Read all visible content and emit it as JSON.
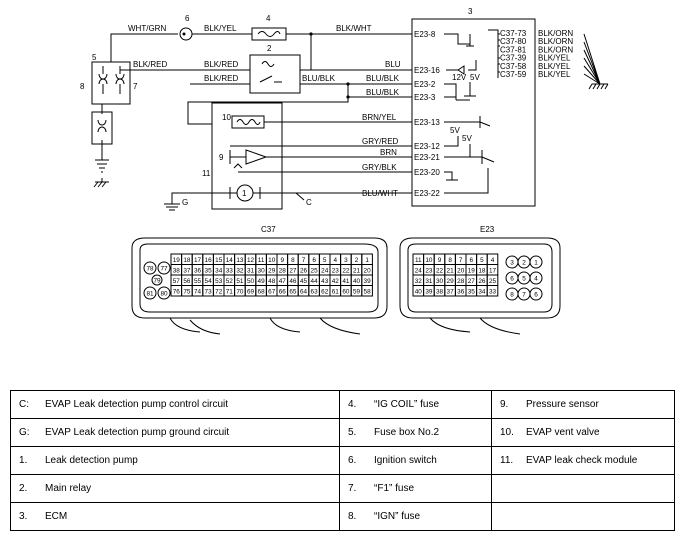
{
  "diagram": {
    "components": {
      "n1": "1",
      "n2": "2",
      "n3": "3",
      "n4": "4",
      "n5": "5",
      "n6": "6",
      "n7": "7",
      "n9": "9",
      "n10": "10",
      "n11": "11"
    },
    "wires": {
      "wht_grn": "WHT/GRN",
      "blk_yel": "BLK/YEL",
      "blk_wht": "BLK/WHT",
      "blk_red_a": "BLK/RED",
      "blk_red_b": "BLK/RED",
      "blk_red_c": "BLK/RED",
      "blu": "BLU",
      "blu_blk_a": "BLU/BLK",
      "blu_blk_b": "BLU/BLK",
      "blu_blk_c": "BLU/BLK",
      "brn_yel": "BRN/YEL",
      "gry_red": "GRY/RED",
      "brn": "BRN",
      "gry_blk": "GRY/BLK",
      "blu_wht": "BLU/WHT",
      "g": "G",
      "c": "C"
    },
    "terminals": {
      "e23_8": "E23-8",
      "e23_16": "E23-16",
      "e23_2": "E23-2",
      "e23_3": "E23-3",
      "e23_13": "E23-13",
      "e23_12": "E23-12",
      "e23_21": "E23-21",
      "e23_20": "E23-20",
      "e23_22": "E23-22"
    },
    "ecm_outputs": [
      {
        "pin": "C37-73",
        "wire": "BLK/ORN"
      },
      {
        "pin": "C37-80",
        "wire": "BLK/ORN"
      },
      {
        "pin": "C37-81",
        "wire": "BLK/ORN"
      },
      {
        "pin": "C37-39",
        "wire": "BLK/YEL"
      },
      {
        "pin": "C37-58",
        "wire": "BLK/YEL"
      },
      {
        "pin": "C37-59",
        "wire": "BLK/YEL"
      }
    ],
    "voltages": {
      "v12": "12V",
      "v5a": "5V",
      "v5b": "5V",
      "v5c": "5V"
    }
  },
  "connectors": {
    "c37": {
      "title": "C37",
      "rows": [
        [
          "19",
          "18",
          "17",
          "16",
          "15",
          "14",
          "13",
          "12",
          "11",
          "10",
          "9",
          "8",
          "7",
          "6",
          "5",
          "4",
          "3",
          "2",
          "1"
        ],
        [
          "38",
          "37",
          "36",
          "35",
          "34",
          "33",
          "32",
          "31",
          "30",
          "29",
          "28",
          "27",
          "26",
          "25",
          "24",
          "23",
          "22",
          "21",
          "20"
        ],
        [
          "57",
          "56",
          "55",
          "54",
          "53",
          "52",
          "51",
          "50",
          "49",
          "48",
          "47",
          "46",
          "45",
          "44",
          "43",
          "42",
          "41",
          "40",
          "39"
        ],
        [
          "76",
          "75",
          "74",
          "73",
          "72",
          "71",
          "70",
          "69",
          "68",
          "67",
          "66",
          "65",
          "64",
          "63",
          "62",
          "61",
          "60",
          "59",
          "58"
        ]
      ],
      "side": [
        "78",
        "77",
        "79",
        "81",
        "80"
      ]
    },
    "e23": {
      "title": "E23",
      "rows": [
        [
          "11",
          "10",
          "9",
          "8",
          "7",
          "6",
          "5",
          "4"
        ],
        [
          "24",
          "23",
          "22",
          "21",
          "20",
          "19",
          "18",
          "17"
        ],
        [
          "32",
          "31",
          "30",
          "29",
          "28",
          "27",
          "26",
          "25"
        ],
        [
          "40",
          "39",
          "38",
          "37",
          "36",
          "35",
          "34",
          "33"
        ]
      ],
      "side": [
        "3",
        "2",
        "1",
        "6",
        "5",
        "4",
        "8",
        "7",
        "6"
      ]
    }
  },
  "legend": [
    [
      {
        "key": "C:",
        "text": "EVAP Leak detection pump control circuit"
      },
      {
        "key": "4.",
        "text": "“IG COIL” fuse"
      },
      {
        "key": "9.",
        "text": "Pressure sensor"
      }
    ],
    [
      {
        "key": "G:",
        "text": "EVAP Leak detection pump ground circuit"
      },
      {
        "key": "5.",
        "text": "Fuse box No.2"
      },
      {
        "key": "10.",
        "text": "EVAP vent valve"
      }
    ],
    [
      {
        "key": "1.",
        "text": "Leak detection pump"
      },
      {
        "key": "6.",
        "text": "Ignition switch"
      },
      {
        "key": "11.",
        "text": "EVAP leak check module"
      }
    ],
    [
      {
        "key": "2.",
        "text": "Main relay"
      },
      {
        "key": "7.",
        "text": "“F1” fuse"
      },
      {
        "key": "",
        "text": ""
      }
    ],
    [
      {
        "key": "3.",
        "text": "ECM"
      },
      {
        "key": "8.",
        "text": "“IGN” fuse"
      },
      {
        "key": "",
        "text": ""
      }
    ]
  ]
}
